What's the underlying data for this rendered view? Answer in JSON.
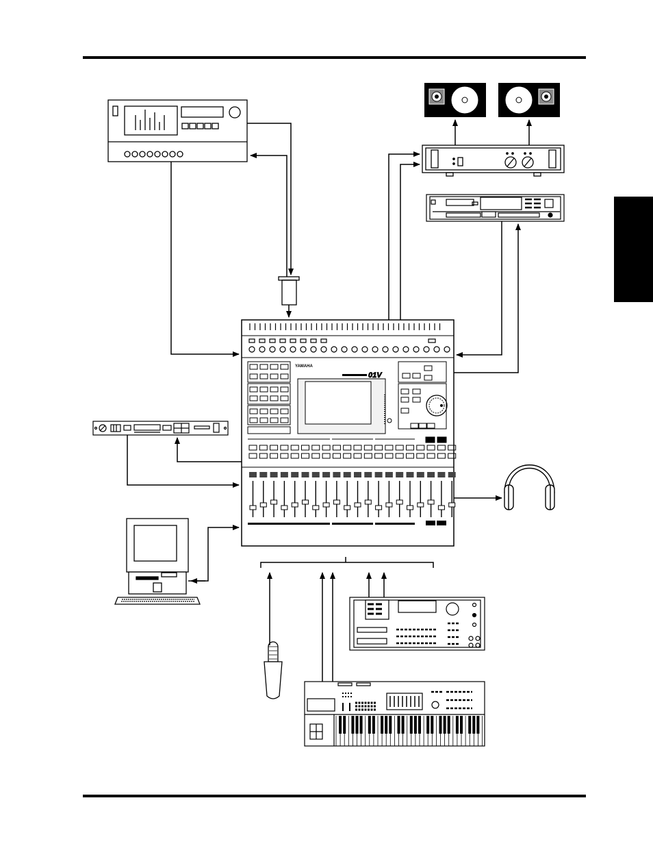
{
  "page": {
    "rule_top": "header-rule",
    "rule_bottom": "footer-rule",
    "side_tab_color": "#000000"
  },
  "console": {
    "brand": "YAMAHA",
    "model": "01V"
  },
  "colors": {
    "ink": "#000000",
    "paper": "#ffffff",
    "screen": "#f2f2f2",
    "tab": "#000000"
  },
  "icons": [
    "tape-recorder-icon",
    "speaker-icon",
    "power-amplifier-icon",
    "dat-recorder-icon",
    "effects-processor-icon",
    "computer-icon",
    "microphone-icon",
    "sampler-icon",
    "synthesizer-keyboard-icon",
    "headphones-icon",
    "connector-icon"
  ]
}
